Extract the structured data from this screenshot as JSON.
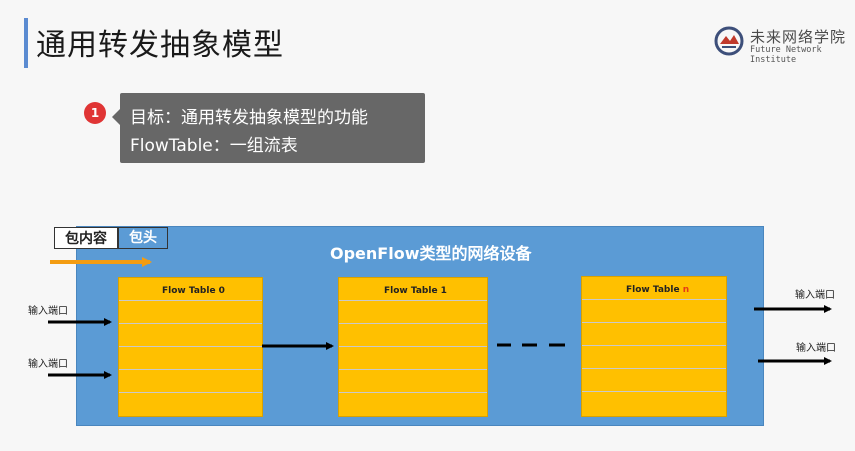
{
  "slide": {
    "title": "通用转发抽象模型"
  },
  "logo": {
    "name_cn": "未来网络学院",
    "name_en": "Future Network Institute",
    "icon": "network-logo-icon"
  },
  "callout": {
    "badge": "1",
    "line1": "目标：通用转发抽象模型的功能",
    "line2": "FlowTable：一组流表"
  },
  "diagram": {
    "device_label": "OpenFlow类型的网络设备",
    "packet_content": "包内容",
    "packet_header": "包头",
    "tables": [
      {
        "label": "Flow Table 0"
      },
      {
        "label": "Flow Table 1"
      },
      {
        "label_prefix": "Flow Table ",
        "label_suffix": "n"
      }
    ],
    "input_ports": [
      "输入端口",
      "输入端口"
    ],
    "output_ports": [
      "输入端口",
      "输入端口"
    ],
    "colors": {
      "device": "#5b9bd5",
      "table": "#ffc000",
      "arrow_orange": "#f39c12",
      "badge": "#e03535"
    }
  }
}
